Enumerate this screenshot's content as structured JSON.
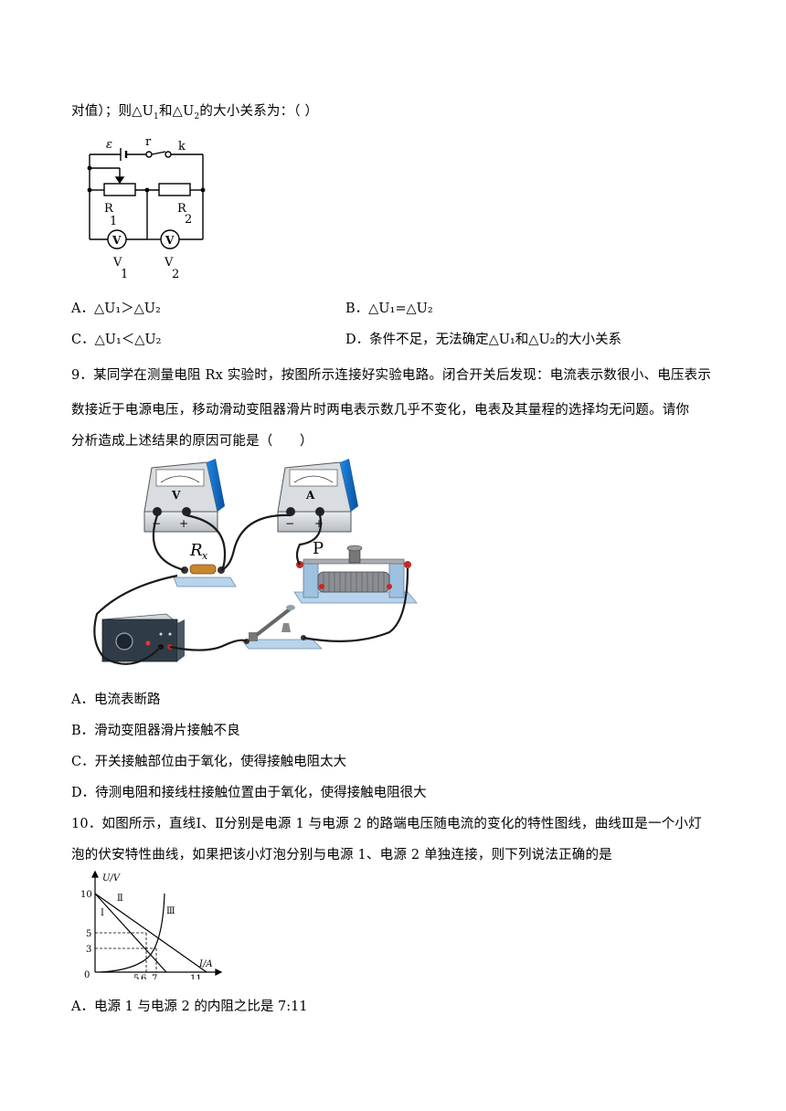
{
  "q8": {
    "tail": "对值）；则△U",
    "sub1": "1",
    "mid": "和△U",
    "sub2": "2",
    "end": "的大小关系为：（ ）",
    "circuit_labels": {
      "emf": "ε",
      "r": "r",
      "k": "k",
      "R1": "R",
      "R1_sub": "1",
      "R2": "R",
      "R2_sub": "2",
      "V1": "V",
      "V1_sub": "1",
      "V2": "V",
      "V2_sub": "2",
      "meter": "V"
    },
    "options": {
      "A": "A．△U₁＞△U₂",
      "B": "B．△U₁=△U₂",
      "C": "C．△U₁＜△U₂",
      "D": "D．条件不足，无法确定△U₁和△U₂的大小关系"
    }
  },
  "q9": {
    "line1": "9．某同学在测量电阻 Rx 实验时，按图所示连接好实验电路。闭合开关后发现：电流表示数很小、电压表示",
    "line2": "数接近于电源电压，移动滑动变阻器滑片时两电表示数几乎不变化，电表及其量程的选择均无问题。请你",
    "line3": "分析造成上述结果的原因可能是（　　）",
    "figure_labels": {
      "voltmeter": "V",
      "ammeter": "A",
      "minus": "−",
      "plus": "+",
      "rx": "R",
      "rx_sub": "x",
      "slider": "P"
    },
    "options": {
      "A": "A．电流表断路",
      "B": "B．滑动变阻器滑片接触不良",
      "C": "C．开关接触部位由于氧化，使得接触电阻太大",
      "D": "D．待测电阻和接线柱接触位置由于氧化，使得接触电阻很大"
    }
  },
  "q10": {
    "line1": "10．如图所示，直线Ⅰ、Ⅱ分别是电源 1 与电源 2 的路端电压随电流的变化的特性图线，曲线Ⅲ是一个小灯",
    "line2": "泡的伏安特性曲线，如果把该小灯泡分别与电源 1、电源 2 单独连接，则下列说法正确的是",
    "graph_labels": {
      "ylabel": "U/V",
      "xlabel": "I/A",
      "origin": "0",
      "y10": "10",
      "y5": "5",
      "y3": "3",
      "x5": "5",
      "x6": "6",
      "x7": "7",
      "x11": "11",
      "line1": "Ⅰ",
      "line2": "Ⅱ",
      "curve3": "Ⅲ"
    },
    "options": {
      "A": "A．电源 1 与电源 2 的内阻之比是 7:11"
    }
  }
}
